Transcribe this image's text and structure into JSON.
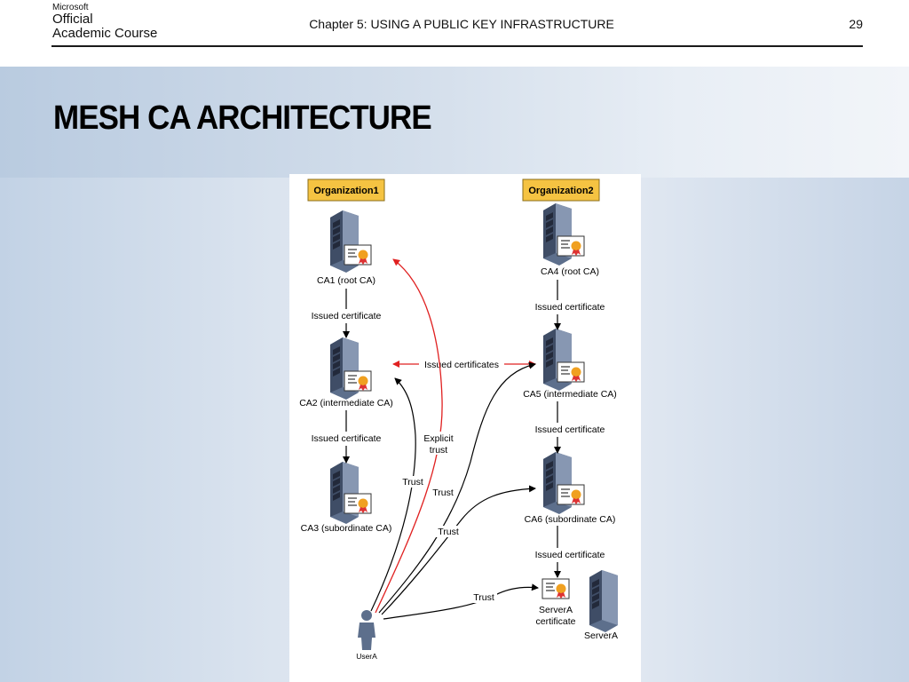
{
  "header": {
    "logo": {
      "line0": "Microsoft",
      "line1": "Official",
      "line2": "Academic Course"
    },
    "chapter": "Chapter 5: USING A PUBLIC KEY INFRASTRUCTURE",
    "page_number": "29"
  },
  "title": "MESH CA ARCHITECTURE",
  "diagram": {
    "org1": "Organization1",
    "org2": "Organization2",
    "ca1": "CA1 (root CA)",
    "ca2": "CA2 (intermediate CA)",
    "ca3": "CA3 (subordinate CA)",
    "ca4": "CA4 (root CA)",
    "ca5": "CA5 (intermediate CA)",
    "ca6": "CA6 (subordinate CA)",
    "issued_certificate": "Issued certificate",
    "issued_certificates": "Issued certificates",
    "explicit_trust_1": "Explicit",
    "explicit_trust_2": "trust",
    "trust": "Trust",
    "servera_cert_1": "ServerA",
    "servera_cert_2": "certificate",
    "servera": "ServerA",
    "usera": "UserA",
    "colors": {
      "org_box": "#f5c342",
      "red_arrow": "#e02020",
      "server": "#6b7d99"
    }
  }
}
